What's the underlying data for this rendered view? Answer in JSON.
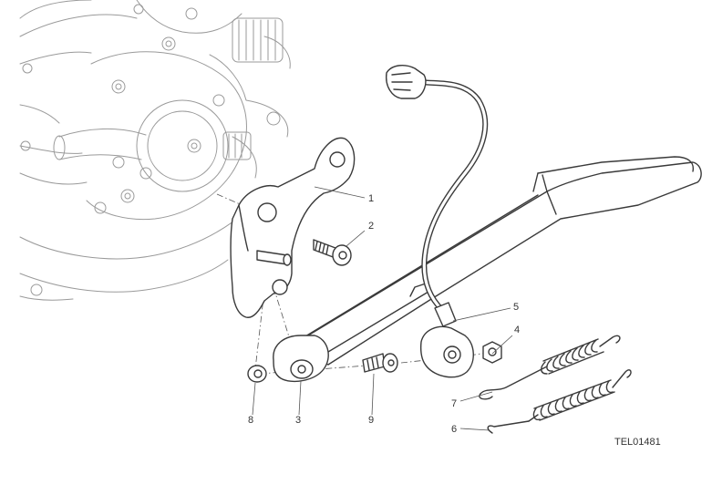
{
  "drawing_code": "TEL01481",
  "callouts": [
    {
      "id": "1",
      "text": "1"
    },
    {
      "id": "2",
      "text": "2"
    },
    {
      "id": "3",
      "text": "3"
    },
    {
      "id": "4",
      "text": "4"
    },
    {
      "id": "5",
      "text": "5"
    },
    {
      "id": "6",
      "text": "6"
    },
    {
      "id": "7",
      "text": "7"
    },
    {
      "id": "8",
      "text": "8"
    },
    {
      "id": "9",
      "text": "9"
    }
  ],
  "line_color": "#3a3a3a",
  "background_color": "#ffffff"
}
